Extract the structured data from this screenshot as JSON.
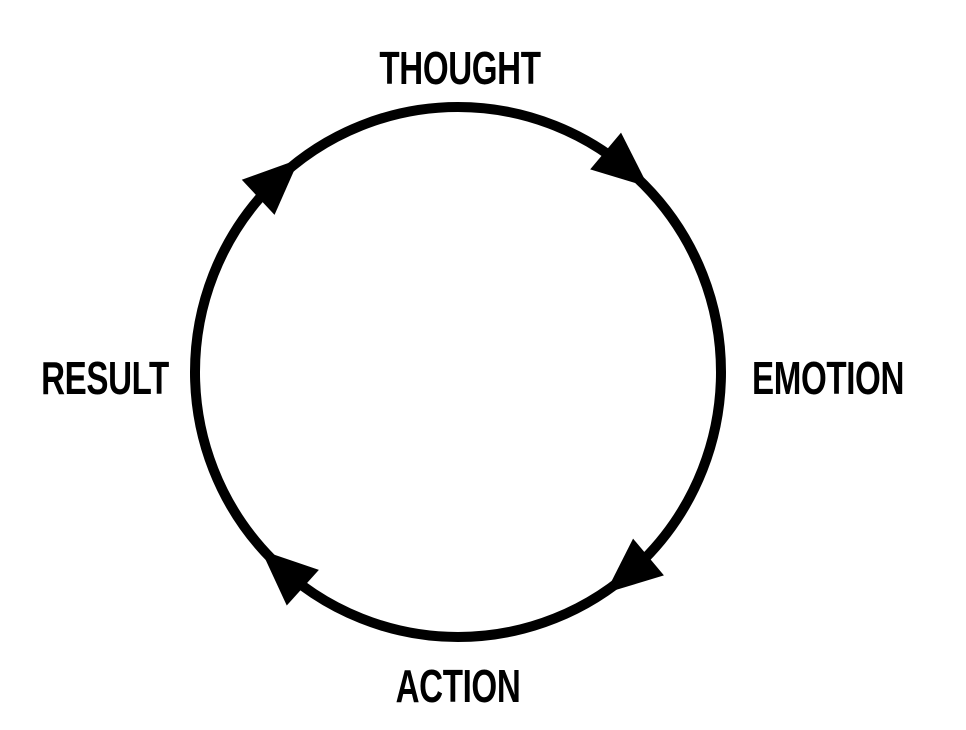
{
  "title": "Thought-Emotion-Action-Result Cycle",
  "nodes": {
    "top": "THOUGHT",
    "right": "EMOTION",
    "bottom": "ACTION",
    "left": "RESULT"
  },
  "flow_direction": "clockwise",
  "colors": {
    "stroke": "#000000",
    "text": "#000000",
    "background": "#ffffff"
  }
}
